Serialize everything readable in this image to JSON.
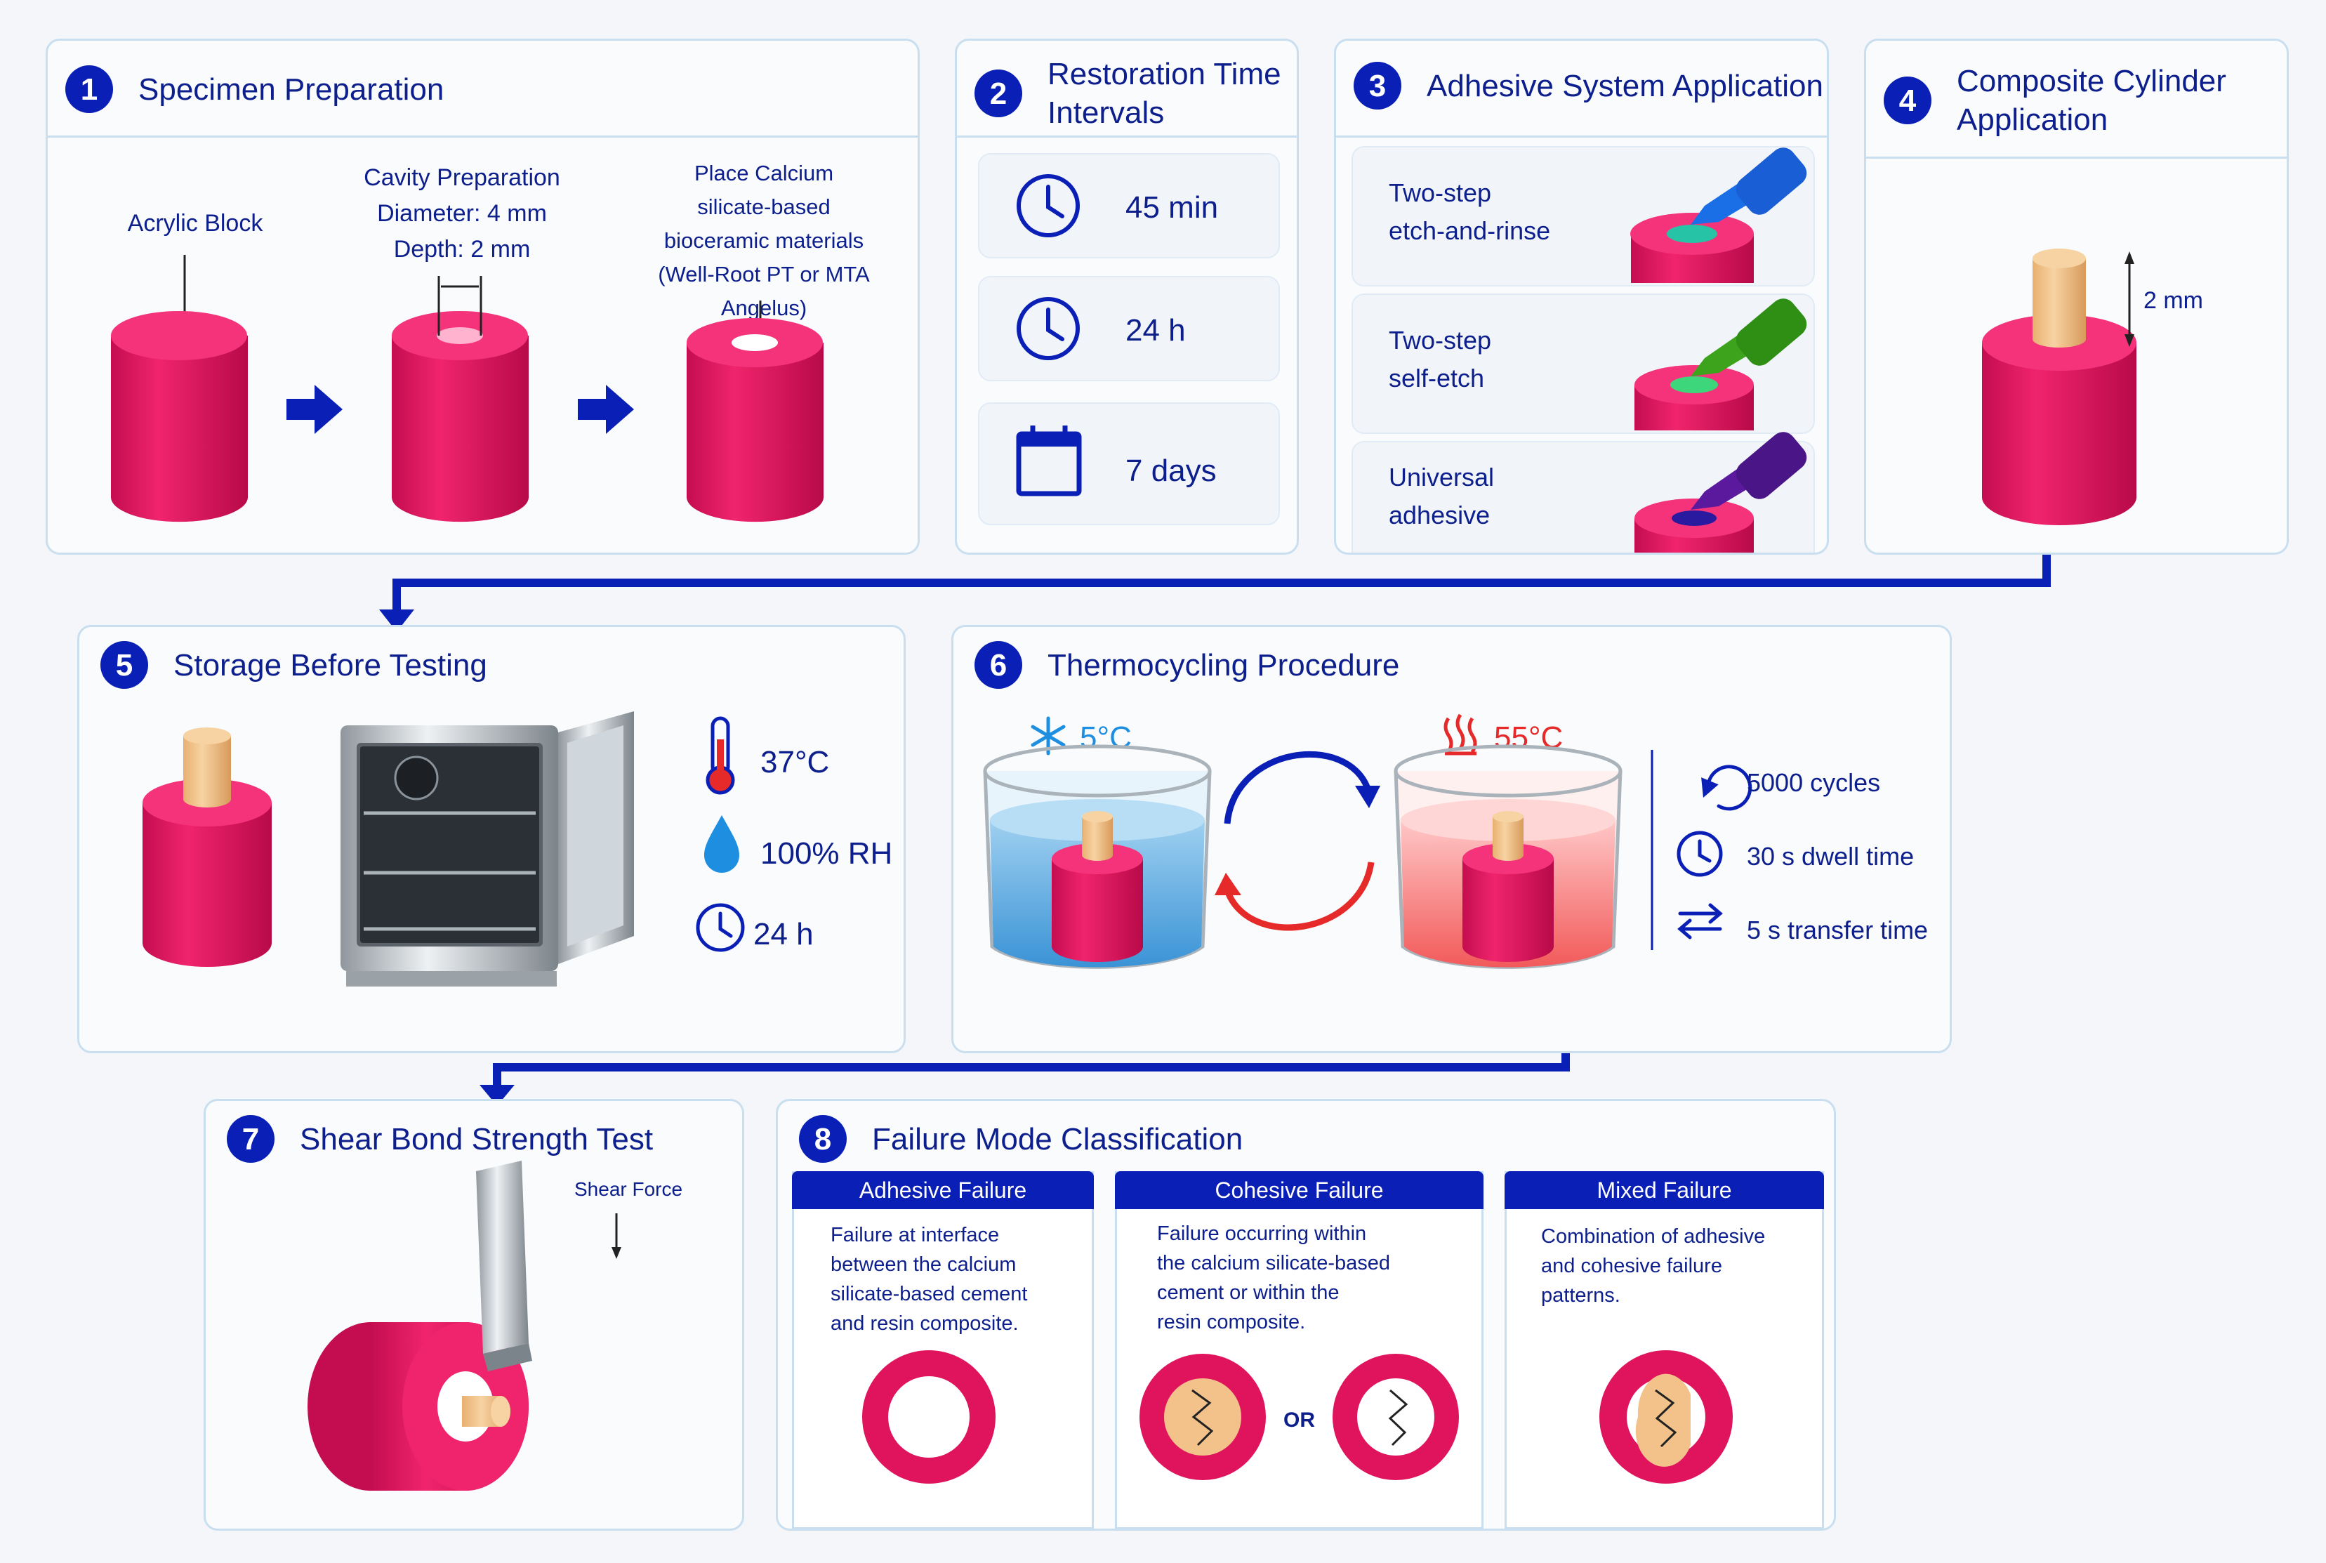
{
  "colors": {
    "brand_blue": "#0a1fb5",
    "magenta": "#e8145f",
    "tan": "#f2c28a",
    "panel_border": "#c9dff0"
  },
  "step1": {
    "num": "1",
    "title": "Specimen Preparation",
    "acrylic": "Acrylic Block",
    "cavity": [
      "Cavity Preparation",
      "Diameter: 4 mm",
      "Depth: 2 mm"
    ],
    "place": [
      "Place Calcium",
      "silicate-based",
      "bioceramic materials",
      "(Well-Root PT or MTA Angelus)"
    ]
  },
  "step2": {
    "num": "2",
    "title": [
      "Restoration Time",
      "Intervals"
    ],
    "items": [
      {
        "icon": "clock-icon",
        "label": "45 min"
      },
      {
        "icon": "clock-icon",
        "label": "24 h"
      },
      {
        "icon": "calendar-icon",
        "label": "7 days"
      }
    ]
  },
  "step3": {
    "num": "3",
    "title": "Adhesive System Application",
    "items": [
      {
        "lines": [
          "Two-step",
          "etch-and-rinse"
        ],
        "color": "#1a6ee6"
      },
      {
        "lines": [
          "Two-step",
          "self-etch"
        ],
        "color": "#3da31c"
      },
      {
        "lines": [
          "Universal",
          "adhesive"
        ],
        "color": "#5b1a9e"
      }
    ]
  },
  "step4": {
    "num": "4",
    "title": [
      "Composite Cylinder",
      "Application"
    ],
    "height": "2 mm"
  },
  "step5": {
    "num": "5",
    "title": "Storage Before Testing",
    "temp": "37°C",
    "humidity": "100% RH",
    "time": "24 h"
  },
  "step6": {
    "num": "6",
    "title": "Thermocycling Procedure",
    "cold": "5°C",
    "hot": "55°C",
    "stats": [
      {
        "icon": "cycle-icon",
        "label": "5000 cycles"
      },
      {
        "icon": "clock-icon",
        "label": "30 s dwell time"
      },
      {
        "icon": "transfer-arrows-icon",
        "label": "5 s transfer time"
      }
    ]
  },
  "step7": {
    "num": "7",
    "title": "Shear Bond Strength Test",
    "force": "Shear Force"
  },
  "step8": {
    "num": "8",
    "title": "Failure Mode Classification",
    "modes": [
      {
        "name": "Adhesive Failure",
        "desc": [
          "Failure at interface",
          "between the calcium",
          "silicate-based cement",
          "and resin composite."
        ]
      },
      {
        "name": "Cohesive Failure",
        "desc": [
          "Failure occurring within",
          "the calcium silicate-based",
          "cement or within the",
          "resin composite."
        ],
        "or": "OR"
      },
      {
        "name": "Mixed Failure",
        "desc": [
          "Combination of adhesive",
          "and cohesive failure",
          "patterns."
        ]
      }
    ]
  }
}
